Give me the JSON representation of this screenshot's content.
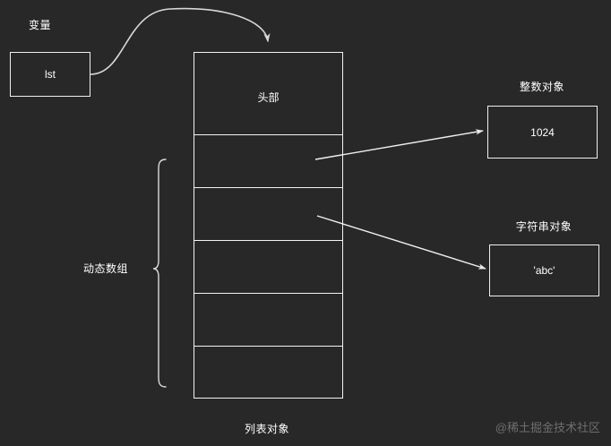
{
  "diagram": {
    "title_text": "Python list object memory layout diagram",
    "background_color": "#282828",
    "stroke_color": "#f4f4f4",
    "text_color": "#ffffff"
  },
  "variable": {
    "caption": "变量",
    "name": "lst"
  },
  "list_object": {
    "caption": "列表对象",
    "header_label": "头部",
    "slot_count": 5,
    "array_brace_label": "动态数组"
  },
  "int_object": {
    "caption": "整数对象",
    "value": "1024"
  },
  "str_object": {
    "caption": "字符串对象",
    "value": "'abc'"
  },
  "arrows": {
    "variable_to_list": "curved-arrow-icon",
    "slot1_to_int": "arrow-icon",
    "slot2_to_str": "arrow-icon"
  },
  "watermark": {
    "text": "@稀土掘金技术社区"
  }
}
